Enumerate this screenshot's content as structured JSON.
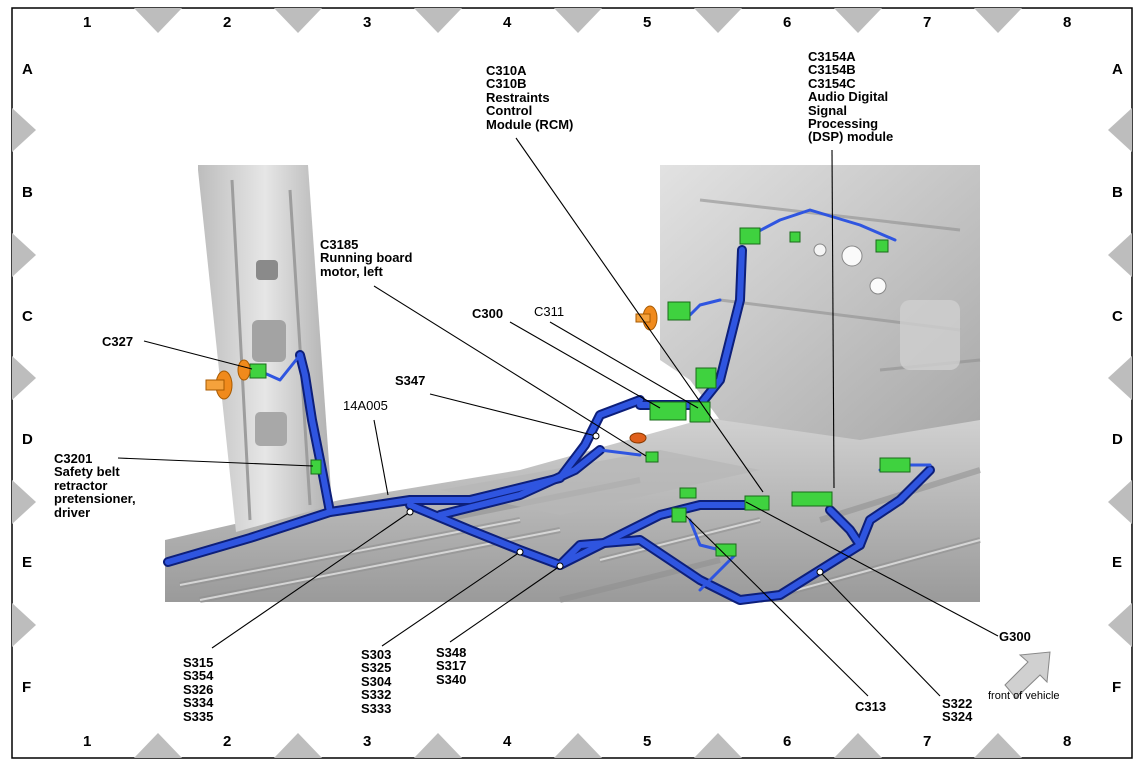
{
  "grid": {
    "columns": [
      "1",
      "2",
      "3",
      "4",
      "5",
      "6",
      "7",
      "8"
    ],
    "rows": [
      "A",
      "B",
      "C",
      "D",
      "E",
      "F"
    ]
  },
  "labels": {
    "c3154": "C3154A\nC3154B\nC3154C\nAudio Digital\nSignal\nProcessing\n(DSP) module",
    "c310": "C310A\nC310B\nRestraints\nControl\nModule (RCM)",
    "c3185": "C3185\nRunning board\nmotor, left",
    "c300": "C300",
    "c311": "C311",
    "c327": "C327",
    "s347": "S347",
    "w14a005": "14A005",
    "c3201": "C3201\nSafety belt\nretractor\npretensioner,\ndriver",
    "s315": "S315\nS354\nS326\nS334\nS335",
    "s303": "S303\nS325\nS304\nS332\nS333",
    "s348": "S348\nS317\nS340",
    "c313": "C313",
    "s322": "S322\nS324",
    "g300": "G300",
    "front": "front of vehicle"
  },
  "colors": {
    "harness": "#1e3fbf",
    "harness_dark": "#0d1f7a",
    "connector": "#3fd23f",
    "connector_orange": "#f08a1c",
    "body_gray": "#c9c9c9",
    "grid_marker": "#b8b8b8"
  }
}
